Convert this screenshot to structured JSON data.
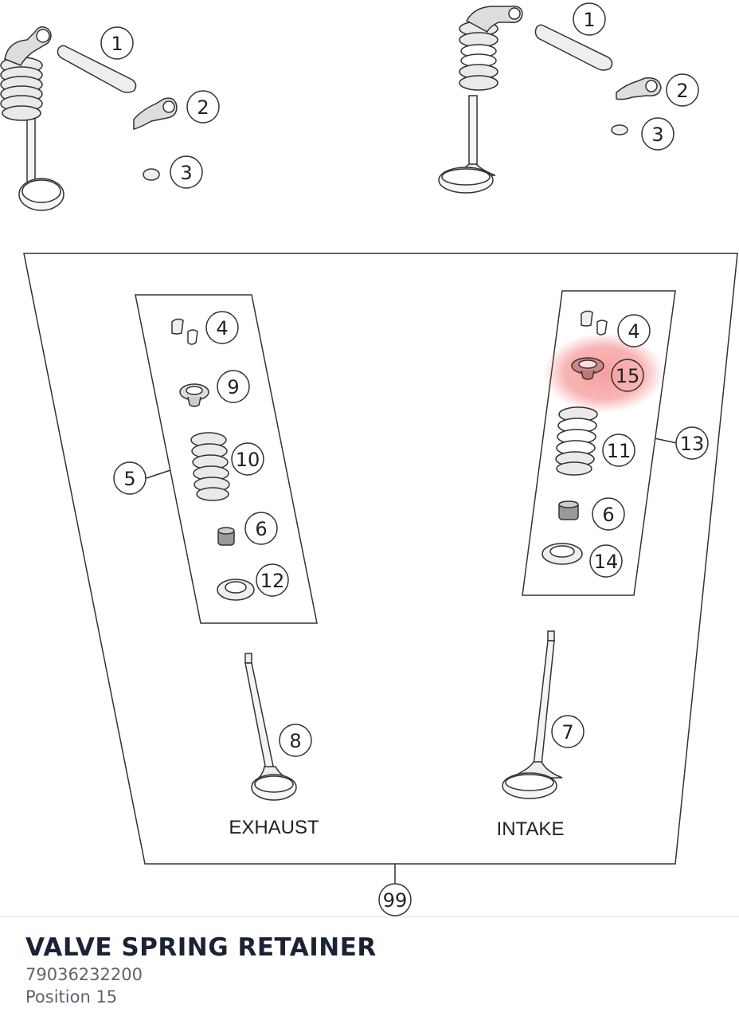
{
  "diagram": {
    "callouts": {
      "c1a": "1",
      "c2a": "2",
      "c3a": "3",
      "c1b": "1",
      "c2b": "2",
      "c3b": "3",
      "c4e": "4",
      "c9": "9",
      "c10": "10",
      "c5": "5",
      "c6e": "6",
      "c12": "12",
      "c4i": "4",
      "c15": "15",
      "c11": "11",
      "c13": "13",
      "c6i": "6",
      "c14": "14",
      "c8": "8",
      "c7": "7",
      "c99": "99"
    },
    "labels": {
      "exhaust": "EXHAUST",
      "intake": "INTAKE"
    },
    "highlight": {
      "position": "15",
      "color": "#f26b6b"
    }
  },
  "part": {
    "title": "VALVE SPRING RETAINER",
    "number": "79036232200",
    "position": "Position 15"
  },
  "colors": {
    "title": "#1b2235",
    "meta": "#5d6370",
    "line": "#333333"
  }
}
